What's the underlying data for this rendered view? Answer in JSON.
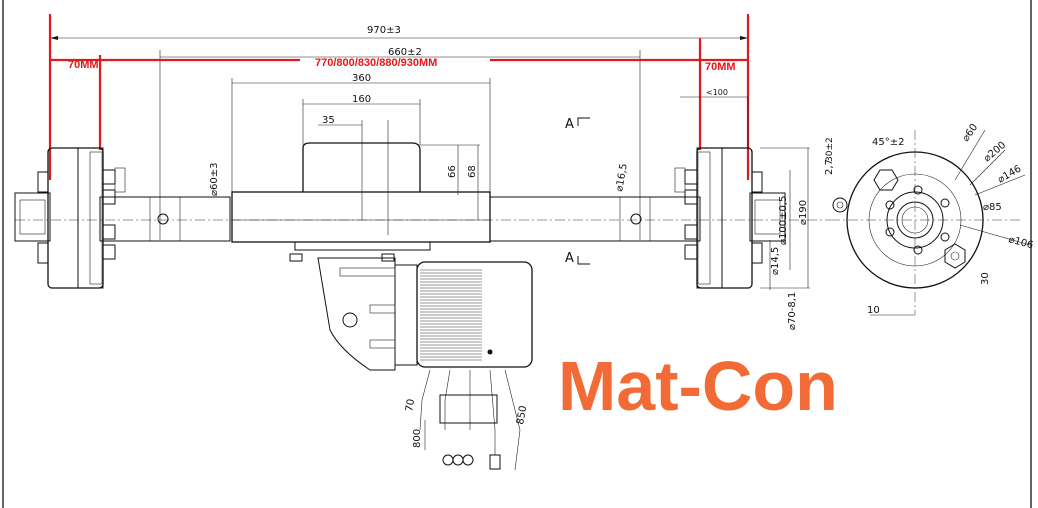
{
  "dimensions": {
    "overall": "970±3",
    "hub_spacing": "660±2",
    "housing_width": "360",
    "diff_width": "160",
    "flange_width": "35",
    "diff_height_a": "66",
    "diff_height_b": "68",
    "tube_dia": "⌀60±3",
    "hole_dia": "⌀16,5",
    "hub_offset": "<100",
    "bearing_dia": "⌀100±0,5",
    "drum_dia": "⌀190",
    "stud_dia": "⌀14,5",
    "shaft_dia": "⌀70-8,1",
    "motor_lead_a": "70",
    "motor_lead_b": "800",
    "motor_lead_c": "850",
    "side_10": "10",
    "side_30": "30",
    "side_angle": "45°±2",
    "side_chamfer": "2,7",
    "side_thread": "30±2",
    "side_d60": "⌀60",
    "side_d200": "⌀200",
    "side_d146": "⌀146",
    "side_d85": "⌀85",
    "side_d106": "⌀106"
  },
  "red_labels": {
    "left_offset": "70MM",
    "right_offset": "70MM",
    "width_options": "770/800/830/880/930MM"
  },
  "section_marks": {
    "top": "A",
    "bottom": "A"
  },
  "watermark": {
    "text": "Mat-Con",
    "color": "#f26a35"
  },
  "colors": {
    "line": "#111111",
    "accent_red": "#e4171b"
  }
}
